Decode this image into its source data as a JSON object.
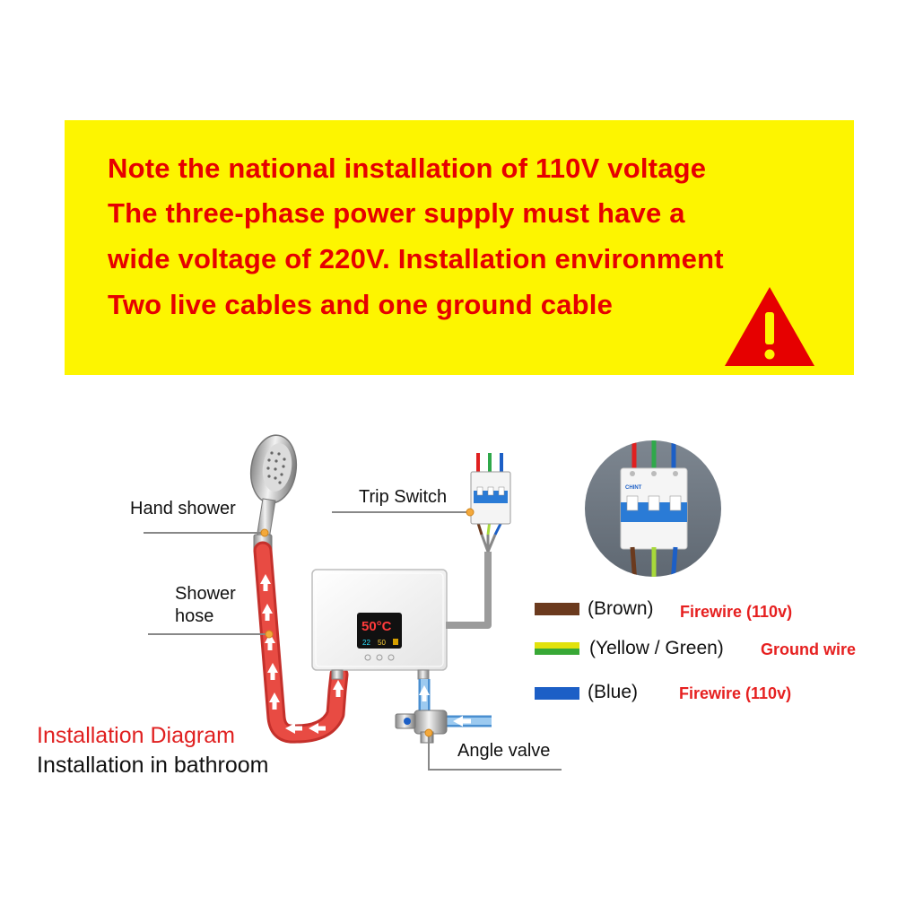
{
  "note": {
    "lines": [
      "Note the national installation of 110V voltage",
      "The three-phase power supply must have a",
      "wide voltage of 220V.  Installation environment",
      "Two live cables and one ground cable"
    ],
    "icon": "warning-triangle-icon",
    "colors": {
      "background": "#fdf500",
      "text": "#e60000",
      "icon": "#e60000"
    }
  },
  "diagram": {
    "labels": {
      "hand_shower": "Hand shower",
      "trip_switch": "Trip Switch",
      "shower_hose_line1": "Shower",
      "shower_hose_line2": "hose",
      "angle_valve": "Angle valve"
    },
    "heater_display": {
      "temperature": "50°C",
      "bottom_left": "22",
      "bottom_right": "50"
    },
    "breaker_brand": "CHINT",
    "legend": [
      {
        "color": "#6b3a1e",
        "label": "(Brown)",
        "function": "Firewire (110v)"
      },
      {
        "color": "#a8d93a",
        "label": "(Yellow / Green)",
        "function": "Ground wire"
      },
      {
        "color": "#1c5fc6",
        "label": "(Blue)",
        "function": "Firewire (110v)"
      }
    ],
    "caption_title": "Installation Diagram",
    "caption_subtitle": "Installation in bathroom"
  }
}
